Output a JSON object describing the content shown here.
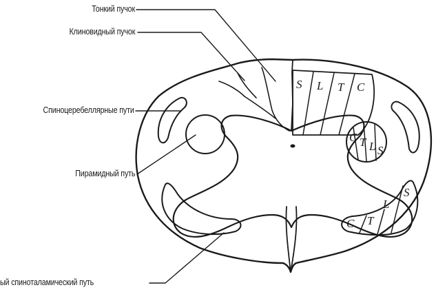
{
  "labels": {
    "gracile": "Тонкий пучок",
    "cuneate": "Клиновидный пучок",
    "spinocerebellar": "Спиноцеребеллярные пути",
    "pyramidal": "Пирамидный путь",
    "spinothalamic": "ый спиноталамический путь"
  },
  "tract_letters": {
    "dorsal_column": [
      "S",
      "L",
      "T",
      "C"
    ],
    "corticospinal": [
      "C",
      "T",
      "L",
      "S"
    ],
    "spinothalamic": [
      "C",
      "T",
      "L",
      "S"
    ]
  }
}
